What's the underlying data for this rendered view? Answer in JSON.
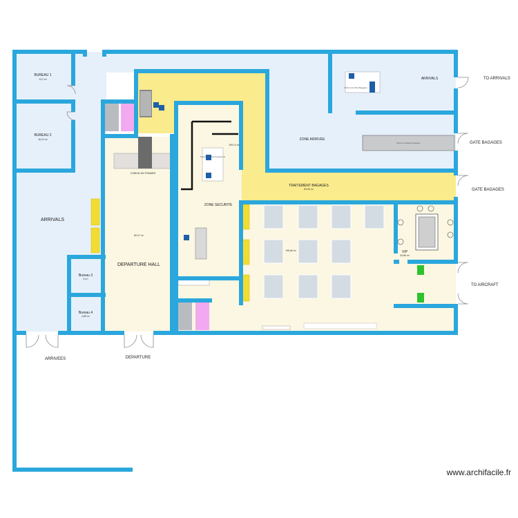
{
  "rooms": {
    "bureau1": {
      "name": "BUREAU 1",
      "area": "13,2 m²"
    },
    "bureau2": {
      "name": "BUREAU 2",
      "area": "16,24 m²"
    },
    "bureau3": {
      "name": "Bureau 3",
      "area": "5 m²"
    },
    "bureau4": {
      "name": "Bureau 4",
      "area": "4,88 m²"
    },
    "arrivals_hall": {
      "name": "ARRIVALS"
    },
    "departure_hall": {
      "name": "DEPARTURE HALL",
      "area": "80,07 m²"
    },
    "zone_arrivee": {
      "name": "ZONE ARRIVEE"
    },
    "arrivals_top": {
      "name": "ARRIVALS"
    },
    "traitement": {
      "name": "TRAITEMENT BAGAGES",
      "area": "60,06 m²"
    },
    "zone_securite": {
      "name": "ZONE SECURITE",
      "area": "199,13 m²"
    },
    "waiting": {
      "area": "195,68 m²"
    },
    "vip": {
      "name": "VIP",
      "area": "33,88 m²"
    }
  },
  "labels": {
    "check_in": "CHECK-IN STANDS",
    "baggage_belt": "Tapis à roulettes bagages",
    "passport": "Police Contrôle Passeports",
    "police_desk": "Police Contrôle Bagages"
  },
  "exits": {
    "to_arrivals": "TO ARRIVALS",
    "gate_bagages_1": "GATE BAGAGES",
    "gate_bagages_2": "GATE BAGAGES",
    "to_aircraft": "TO AIRCRAFT",
    "arrivees": "ARRIVEES",
    "departure": "DEPARTURE"
  },
  "watermark": "www.archifacile.fr",
  "colors": {
    "wall": "#2aa7dc",
    "zone_blue": "#e6f0fb",
    "zone_yellow": "#faeb8c",
    "zone_cream": "#fbf7e2",
    "table": "#d4dce3",
    "chair": "#f2dc32",
    "desk": "#1e5fa8",
    "vip_seat": "#2ec22e",
    "wc_tile": "#f3a9ef",
    "wc_grey": "#b8bcc0"
  }
}
